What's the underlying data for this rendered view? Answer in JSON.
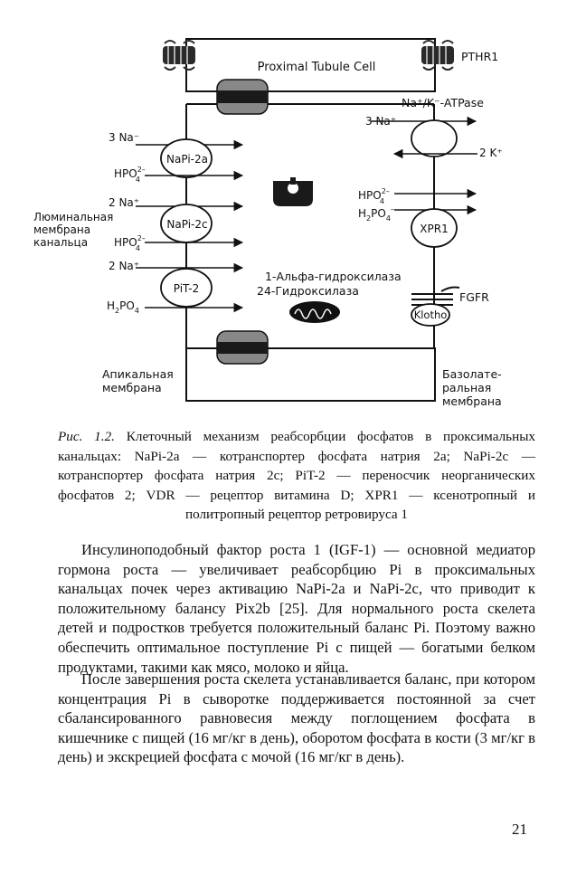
{
  "figure": {
    "cell_label": "Proximal Tubule Cell",
    "pthr1": "PTHR1",
    "atpase": "Na⁺/K⁻-ATPase",
    "left_3na": "3 Na⁻",
    "right_3na": "3 Na⁺",
    "right_2k": "2 K⁺",
    "hpo4_top_base": "HPO",
    "hpo4_top_sup": "2–",
    "hpo4_top_sub": "4",
    "na2_mid": "2 Na⁺",
    "napi2a": "NaPi-2a",
    "napi2c": "NaPi-2c",
    "pit2": "PiT-2",
    "xpr1": "XPR1",
    "hpo4_mid_base": "HPO",
    "hpo4_mid_sup": "2–",
    "hpo4_mid_sub": "4",
    "na2_low": "2 Na⁺",
    "h2po4_left_pre": "H",
    "h2po4_left_sub2": "2",
    "h2po4_left_po": "PO",
    "h2po4_left_sub4": "4",
    "right_hpo4_base": "HPO",
    "right_hpo4_sup": "2–",
    "right_hpo4_sub": "4",
    "right_h2po4_pre": "H",
    "right_h2po4_sub2": "2",
    "right_h2po4_po": "PO",
    "right_h2po4_sub4": "4",
    "right_h2po4_sup": "–",
    "luminal_1": "Люминальная",
    "luminal_2": "мембрана",
    "luminal_3": "канальца",
    "enzyme_1": "1-Альфа-гидроксилаза",
    "enzyme_2": "24-Гидроксилаза",
    "fgfr": "FGFR",
    "klotho": "Klotho",
    "apical_1": "Апикальная",
    "apical_2": "мембрана",
    "baso_1": "Базолате-",
    "baso_2": "ральная",
    "baso_3": "мембрана"
  },
  "caption": {
    "label": "Рис. 1.2.",
    "text": " Клеточный механизм реабсорбции фосфатов в проксимальных канальцах: NaPi-2a — котранспортер фосфата натрия 2a; NaPi-2c — котранспортер фосфата натрия 2c; PiT-2 — переносчик неорганических фосфатов 2; VDR — рецептор витамина D; XPR1 — ксенотропный и политропный рецептор ретровируса 1"
  },
  "paragraphs": [
    "Инсулиноподобный фактор роста 1 (IGF-1) — основной медиатор гормона роста — увеличивает реабсорбцию Pi в проксимальных канальцах почек через активацию NaPi-2a и NaPi-2c, что приводит к положительному балансу Pix2b [25]. Для нормального роста скелета детей и подростков требуется положительный баланс Pi. Поэтому важно обеспечить оптимальное поступление Pi с пищей — богатыми белком продуктами, такими как мясо, молоко и яйца.",
    "После завершения роста скелета устанавливается баланс, при котором концентрация Pi в сыворотке поддерживается постоянной за счет сбалансированного равновесия между поглощением фосфата в кишечнике с пищей (16 мг/кг в день), оборотом фосфата в кости (3 мг/кг в день) и экскрецией фосфата с мочой (16 мг/кг в день)."
  ],
  "page_number": "21"
}
